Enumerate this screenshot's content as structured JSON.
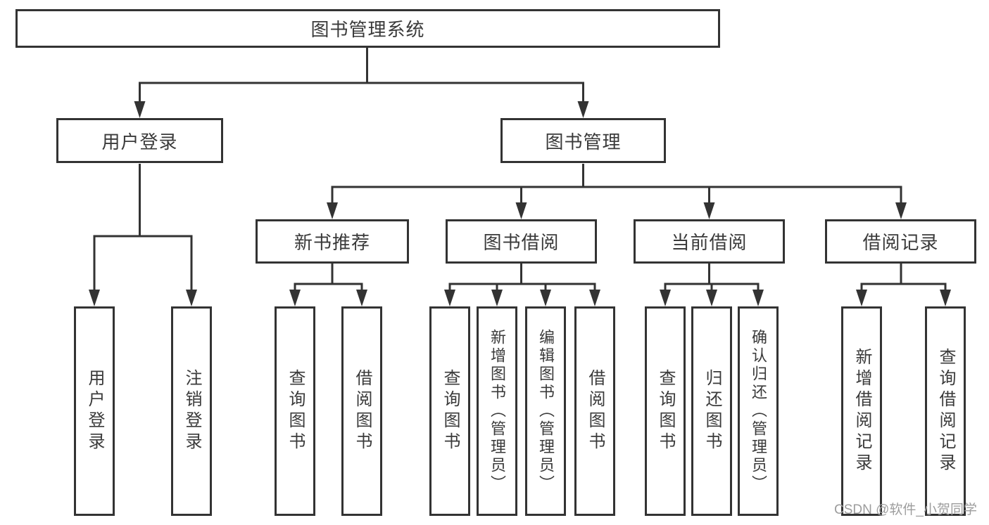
{
  "diagram": {
    "root": {
      "label": "图书管理系统"
    },
    "level2": {
      "user_login": {
        "label": "用户登录"
      },
      "book_mgmt": {
        "label": "图书管理"
      }
    },
    "level3": {
      "new_books": {
        "label": "新书推荐"
      },
      "borrowing": {
        "label": "图书借阅"
      },
      "current": {
        "label": "当前借阅"
      },
      "records": {
        "label": "借阅记录"
      }
    },
    "leaves": [
      {
        "id": "user-login",
        "label": "用户登录"
      },
      {
        "id": "logout",
        "label": "注销登录"
      },
      {
        "id": "query-books-recommend",
        "label": "查询图书"
      },
      {
        "id": "borrow-books-recommend",
        "label": "借阅图书"
      },
      {
        "id": "query-books-borrow",
        "label": "查询图书"
      },
      {
        "id": "add-books-admin",
        "label": "新增图书（管理员）"
      },
      {
        "id": "edit-books-admin",
        "label": "编辑图书（管理员）"
      },
      {
        "id": "borrow-books",
        "label": "借阅图书"
      },
      {
        "id": "query-books-current",
        "label": "查询图书"
      },
      {
        "id": "return-books",
        "label": "归还图书"
      },
      {
        "id": "confirm-return-admin",
        "label": "确认归还（管理员）"
      },
      {
        "id": "add-borrow-record",
        "label": "新增借阅记录"
      },
      {
        "id": "query-borrow-record",
        "label": "查询借阅记录"
      }
    ]
  },
  "watermark": "CSDN @软件_小贺同学",
  "colors": {
    "line": "#333333",
    "text": "#3a3a3a",
    "watermark": "#9d9d9d",
    "background": "#ffffff"
  }
}
